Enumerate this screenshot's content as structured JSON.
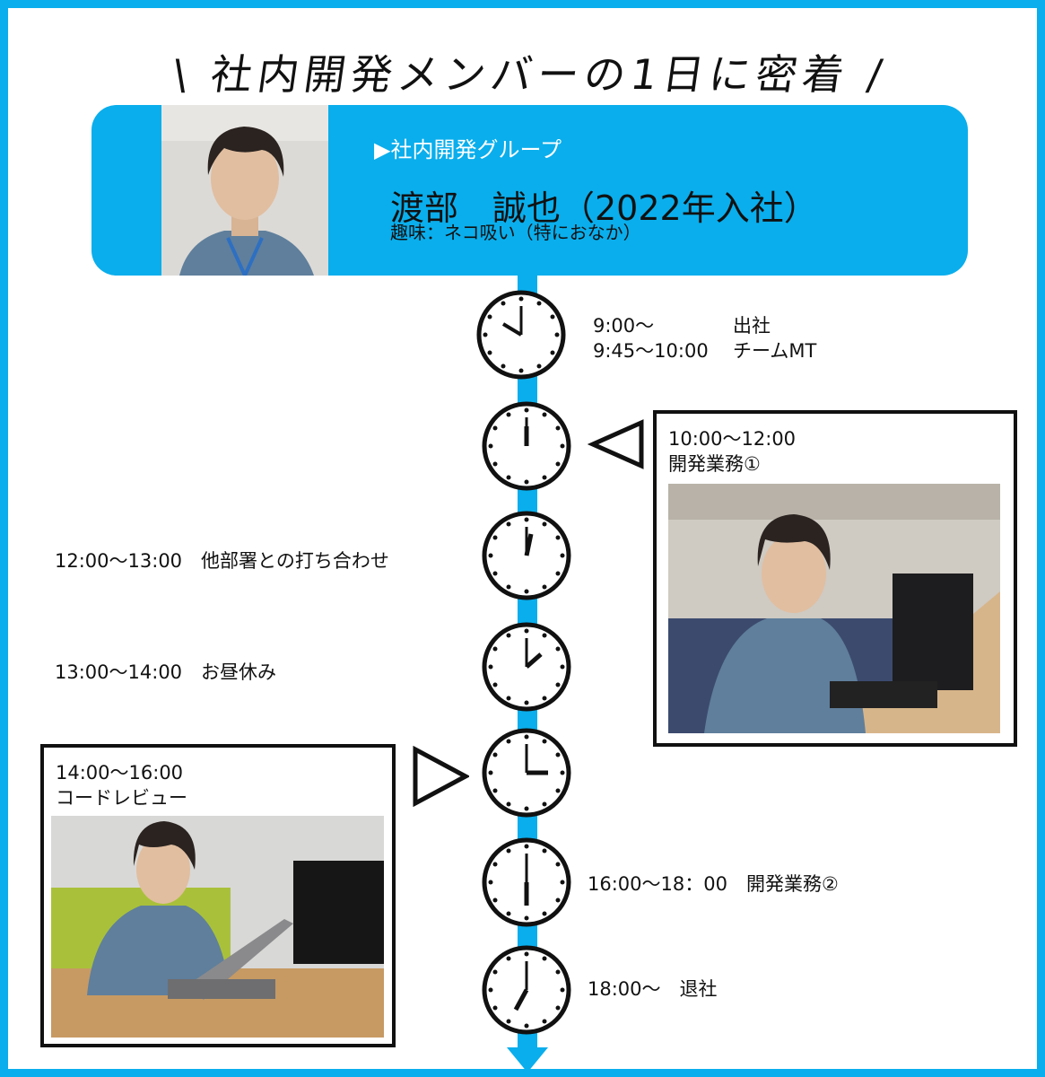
{
  "header": {
    "title": "\\ 社内開発メンバーの1日に密着 /"
  },
  "profile": {
    "group": "▶社内開発グループ",
    "name": "渡部　誠也（2022年入社）",
    "hobby": "趣味：ネコ吸い（特におなか）"
  },
  "timeline": {
    "items": [
      {
        "time": "9:00～",
        "label": "出社"
      },
      {
        "time": "9:45～10:00",
        "label": "チームMT"
      },
      {
        "time": "10:00～12:00",
        "label": "開発業務①"
      },
      {
        "text": "12:00～13:00　他部署との打ち合わせ"
      },
      {
        "text": "13:00～14:00　お昼休み"
      },
      {
        "time": "14:00～16:00",
        "label": "コードレビュー"
      },
      {
        "text": "16:00～18：00　開発業務②"
      },
      {
        "text": "18:00～　退社"
      }
    ]
  },
  "colors": {
    "accent": "#0aaeec",
    "ink": "#111111"
  },
  "icons": [
    "clock-icon",
    "triangle-pointer-icon",
    "down-arrow-icon"
  ]
}
